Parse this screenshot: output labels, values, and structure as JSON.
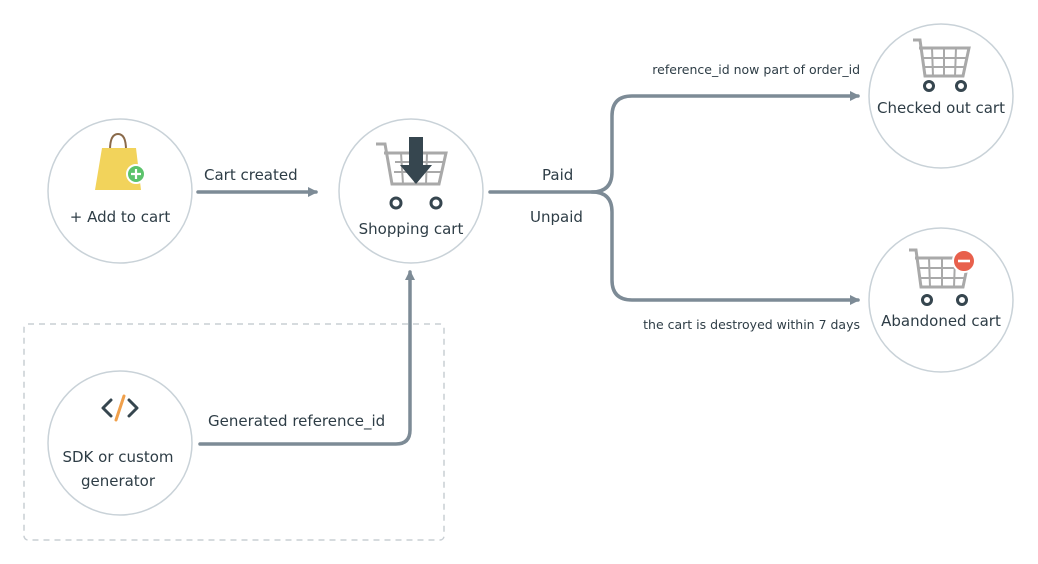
{
  "nodes": {
    "add_to_cart": {
      "label": "+ Add to cart",
      "icon": "shopping-bag-plus-icon"
    },
    "shopping_cart": {
      "label": "Shopping cart",
      "icon": "cart-down-arrow-icon"
    },
    "checked_out_cart": {
      "label": "Checked out cart",
      "icon": "cart-icon"
    },
    "abandoned_cart": {
      "label": "Abandoned cart",
      "icon": "cart-minus-icon"
    },
    "sdk_generator": {
      "label_line1": "SDK or custom",
      "label_line2": "generator",
      "icon": "code-icon"
    }
  },
  "edges": {
    "cart_created": "Cart created",
    "paid": "Paid",
    "unpaid": "Unpaid",
    "generated_reference_id": "Generated reference_id",
    "paid_note": "reference_id now part of order_id",
    "unpaid_note": "the cart is destroyed within 7 days"
  },
  "colors": {
    "arrow": "#7d8b96",
    "circle_border": "#c9d2d8",
    "text": "#2e3d46",
    "bag": "#f2d35b",
    "plus_badge": "#5cc36c",
    "minus_badge": "#e8604c",
    "code_accent": "#f0a04b",
    "code_dark": "#36464f",
    "cart_gray": "#a9a9a9",
    "down_arrow": "#36464f"
  }
}
